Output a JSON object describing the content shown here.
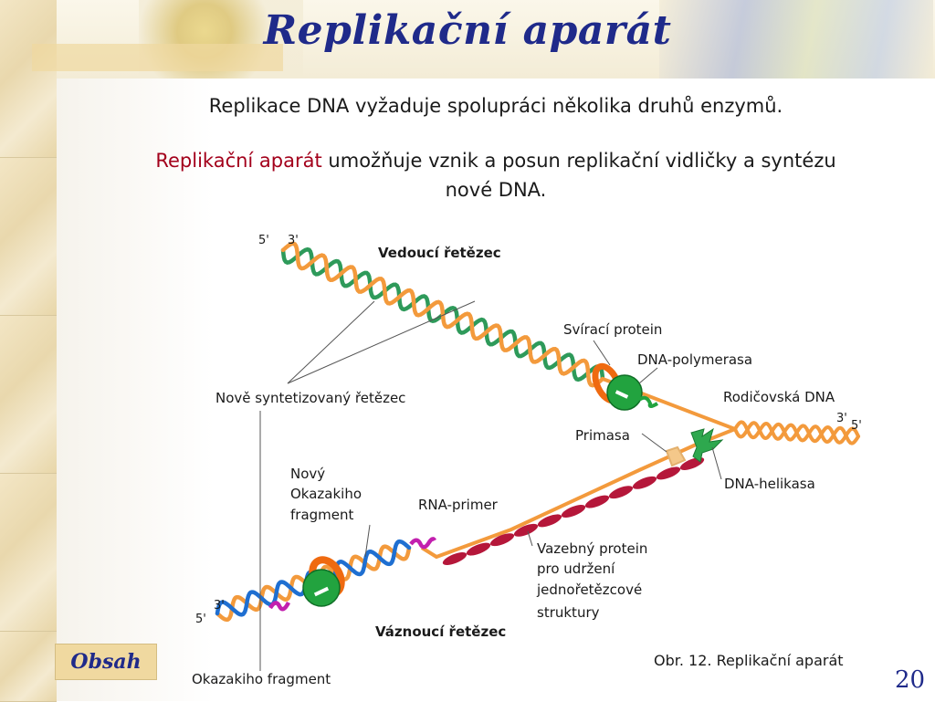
{
  "title": "Replikační aparát",
  "intro": {
    "line1": "Replikace DNA vyžaduje spolupráci několika druhů enzymů.",
    "line2_highlight": "Replikační aparát",
    "line2_rest": " umožňuje vznik a posun replikační vidličky a syntézu",
    "line3": "nové DNA."
  },
  "diagram": {
    "leading_strand": "Vedoucí řetězec",
    "lagging_strand": "Váznoucí řetězec",
    "clamp_protein": "Svírací protein",
    "dna_polymerase": "DNA-polymerasa",
    "parental_dna": "Rodičovská DNA",
    "primase": "Primasa",
    "helicase": "DNA-helikasa",
    "new_strand": "Nově syntetizovaný řetězec",
    "new_okazaki": [
      "Nový",
      "Okazakiho",
      "fragment"
    ],
    "rna_primer": "RNA-primer",
    "ssb": [
      "Vazebný protein",
      "pro udržení",
      "jednořetězcové",
      "struktury"
    ],
    "okazaki_fragment": "Okazakiho fragment",
    "ends": {
      "top_5": "5'",
      "top_3": "3'",
      "right_3": "3'",
      "right_5": "5'",
      "bottom_3": "3'",
      "bottom_5": "5'"
    },
    "colors": {
      "green": "#2e9a5a",
      "orange": "#f39a3c",
      "blue": "#1f6fd1",
      "magenta": "#c21fae",
      "ssb_red": "#b5173a",
      "enzyme_green": "#22a33f",
      "clamp": "#ef6a10",
      "primase": "#f4c88a"
    }
  },
  "caption": "Obr. 12. Replikační aparát",
  "nav": {
    "obsah": "Obsah"
  },
  "page_number": "20"
}
